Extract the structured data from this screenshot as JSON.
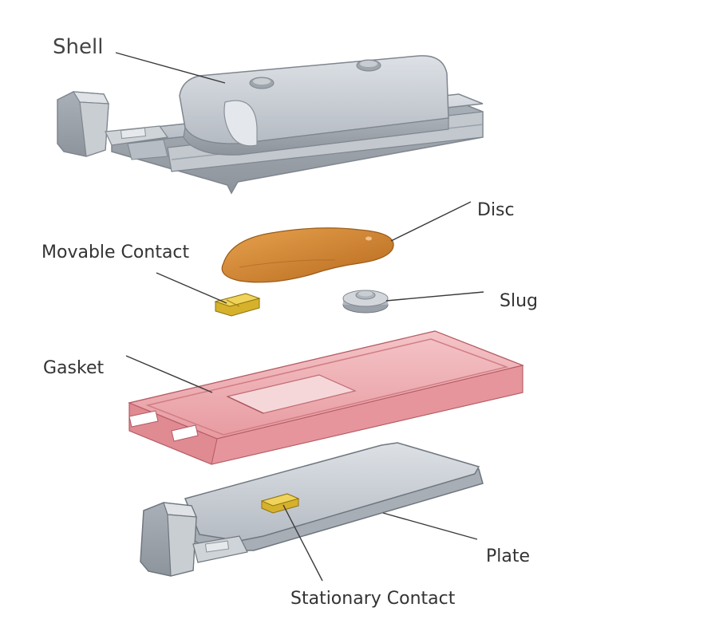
{
  "labels": {
    "shell": "Shell",
    "disc": "Disc",
    "movable_contact": "Movable Contact",
    "slug": "Slug",
    "gasket": "Gasket",
    "plate": "Plate",
    "stationary_contact": "Stationary Contact"
  },
  "colors": {
    "metal": "#b9bfc6",
    "metal_light": "#d7dbe0",
    "metal_dark": "#8f969e",
    "disc": "#c97a26",
    "disc_light": "#e09a44",
    "contact": "#e6c63a",
    "gasket": "#e99aa0",
    "gasket_light": "#f3c2c5",
    "leader": "#333333"
  }
}
